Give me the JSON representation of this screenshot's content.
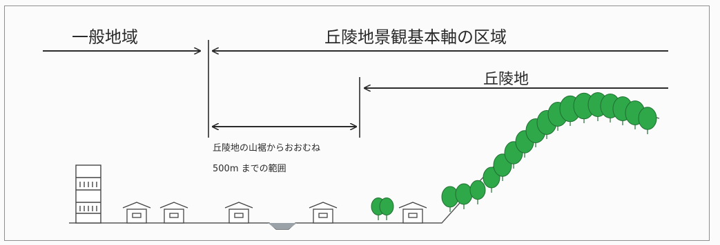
{
  "labels": {
    "general_area": "一般地域",
    "hill_axis_area": "丘陵地景観基本軸の区域",
    "hills": "丘陵地",
    "range_note_line1": "丘陵地の山裾からおおむね",
    "range_note_line2": "500m までの範囲"
  },
  "colors": {
    "ink": "#2a2a2a",
    "tree_fill": "#2fa84a",
    "tree_dark": "#1f6e31",
    "building": "#444444",
    "ground": "#555555",
    "water": "#9aa2a8"
  },
  "icons": [
    "right-arrow-icon",
    "left-arrow-icon",
    "double-arrow-icon",
    "tree-icon",
    "house-icon",
    "apartment-building-icon"
  ]
}
